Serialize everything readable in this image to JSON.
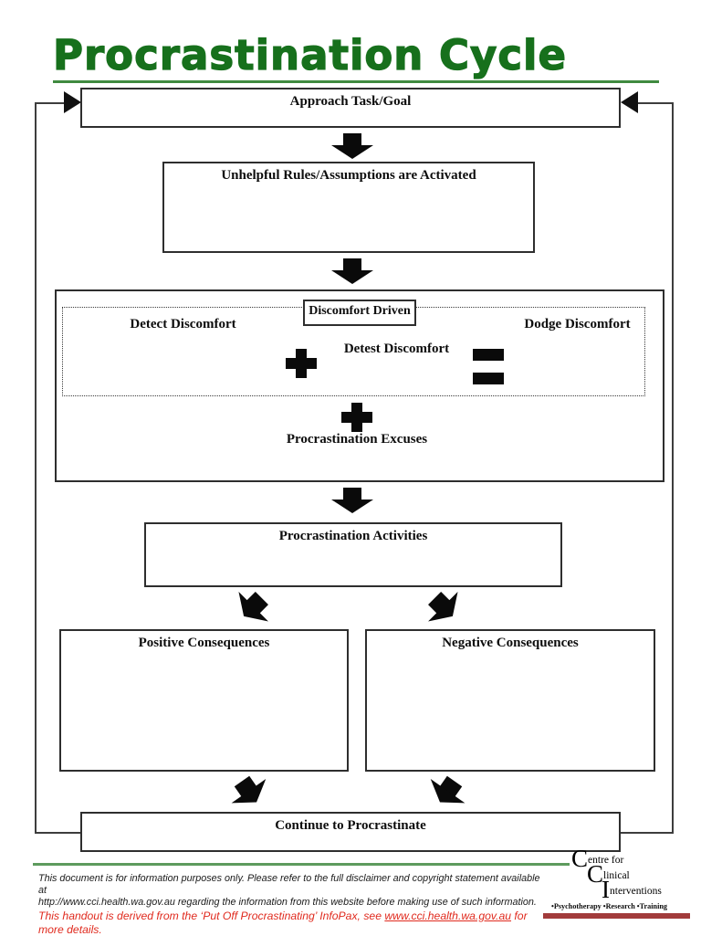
{
  "page": {
    "title": "Procrastination Cycle"
  },
  "flowchart": {
    "approach_label": "Approach Task/Goal",
    "rules_label": "Unhelpful Rules/Assumptions are Activated",
    "discomfort_driven_label": "Discomfort Driven",
    "detect_label": "Detect Discomfort",
    "detest_label": "Detest Discomfort",
    "dodge_label": "Dodge Discomfort",
    "excuses_label": "Procrastination Excuses",
    "activities_label": "Procrastination Activities",
    "positive_label": "Positive Consequences",
    "negative_label": "Negative Consequences",
    "continue_label": "Continue to Procrastinate"
  },
  "footer": {
    "disclaimer_line1": "This document is for information purposes only. Please refer to the full disclaimer and copyright statement available at",
    "disclaimer_line2": "http://www.cci.health.wa.gov.au regarding the information from this website before making use of such information.",
    "handout_note_pre": "This handout is derived from the ‘Put Off Procrastinating’ InfoPax, see ",
    "handout_note_link": "www.cci.health.wa.gov.au",
    "handout_note_post": " for more details.",
    "logo": {
      "line1_initial": "C",
      "line1_rest": "entre for",
      "line2_initial": "C",
      "line2_rest": "linical",
      "line3_initial": "I",
      "line3_rest": "nterventions",
      "tagline": "•Psychotherapy •Research •Training"
    }
  },
  "colors": {
    "title_green": "#17701c",
    "underline_green": "#3f8a3f",
    "separator_green": "#5d9b5d",
    "footer_red": "#e02a1e",
    "bottom_strip_red": "#a23b3b"
  }
}
